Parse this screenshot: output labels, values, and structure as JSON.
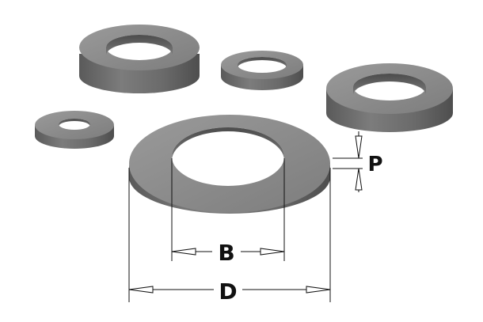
{
  "labels": {
    "inner_diameter": "B",
    "outer_diameter": "D",
    "thickness": "P"
  },
  "colors": {
    "ring_light": "#8e8e8e",
    "ring_mid": "#6f6f6f",
    "ring_dark": "#565656",
    "line": "#111111",
    "background": "#ffffff"
  }
}
